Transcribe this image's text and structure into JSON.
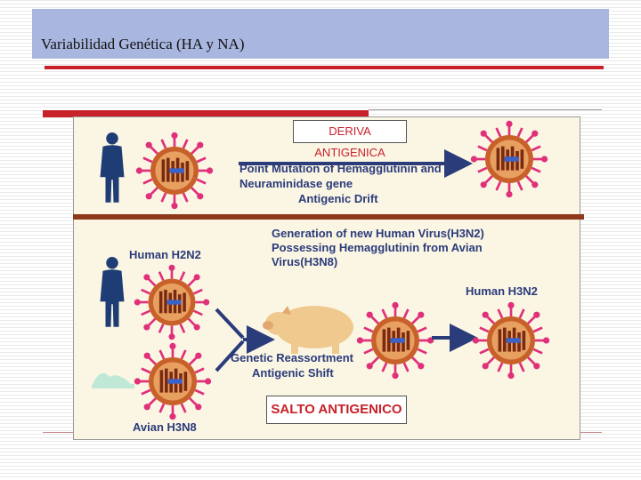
{
  "slide": {
    "title": "Variabilidad Genética (HA y NA)"
  },
  "labels": {
    "deriva": "DERIVA ANTIGENICA",
    "salto": "SALTO ANTIGENICO"
  },
  "diagram": {
    "drift_text": [
      "Point Mutation of Hemagglutinin and",
      "Neuraminidase gene",
      "Antigenic Drift"
    ],
    "generation_text": [
      "Generation of new Human Virus(H3N2)",
      "Possessing Hemagglutinin from Avian",
      "Virus(H3N8)"
    ],
    "human_h2n2": "Human H2N2",
    "human_h3n2": "Human H3N2",
    "avian_h3n8": "Avian H3N8",
    "shift_text": [
      "Genetic Reassortment",
      "Antigenic Shift"
    ]
  },
  "colors": {
    "title_bar": "#a9b7e0",
    "accent_red": "#c8212a",
    "human_silhouette": "#1f3d75",
    "virus_body": "#c8602a",
    "spike": "#e0307a",
    "pig": "#f0c98e"
  }
}
